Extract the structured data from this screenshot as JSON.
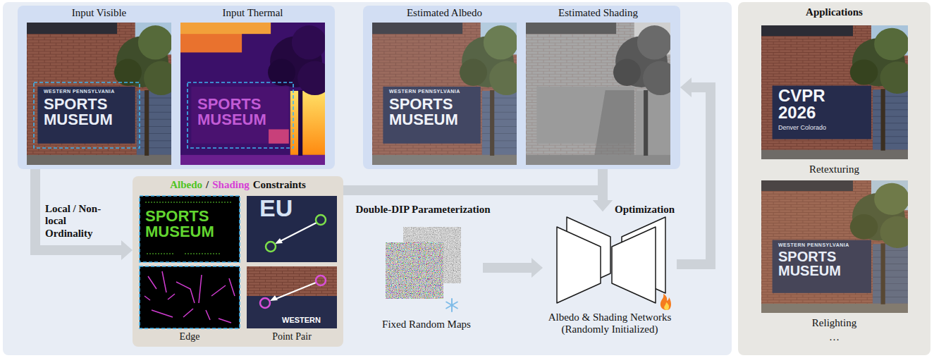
{
  "diagram": {
    "nodes": [
      {
        "text": [
          "Input Visible",
          "Input Thermal"
        ]
      },
      {
        "text": [
          "Estimated Albedo",
          "Estimated Shading"
        ]
      },
      {
        "text": [
          "Albedo",
          "/",
          "Shading",
          "Constraints",
          "Edge",
          "Point Pair"
        ]
      },
      {
        "text": [
          "Fixed Random Maps"
        ]
      },
      {
        "text": [
          "Albedo & Shading Networks (Randomly Initialized)"
        ]
      },
      {
        "text": [
          "Applications",
          "Retexturing",
          "Relighting",
          "…"
        ]
      }
    ],
    "edges": [
      {
        "from": 0,
        "to": 2,
        "arrow": "to",
        "label": "Local / Non-local Ordinality"
      },
      {
        "from": 2,
        "to": 4,
        "arrow": "to"
      },
      {
        "from": 1,
        "to": 4,
        "arrow": "to"
      },
      {
        "from": 3,
        "to": 4,
        "arrow": "to"
      },
      {
        "from": 4,
        "to": 1,
        "arrow": "to"
      }
    ],
    "labels": [
      "Double-DIP Parameterization",
      "Optimization",
      "WESTERN PENNSYLVANIA",
      "SPORTS MUSEUM",
      "SPORTS MUSEUM",
      "WESTERN PENNSYLVANIA",
      "SPORTS MUSEUM",
      "SPORTS MUSEUM",
      "EU",
      "WESTERN",
      "CVPR 2026",
      "Denver Colorado",
      "WESTERN PENNSYLVANIA",
      "SPORTS MUSEUM"
    ]
  }
}
